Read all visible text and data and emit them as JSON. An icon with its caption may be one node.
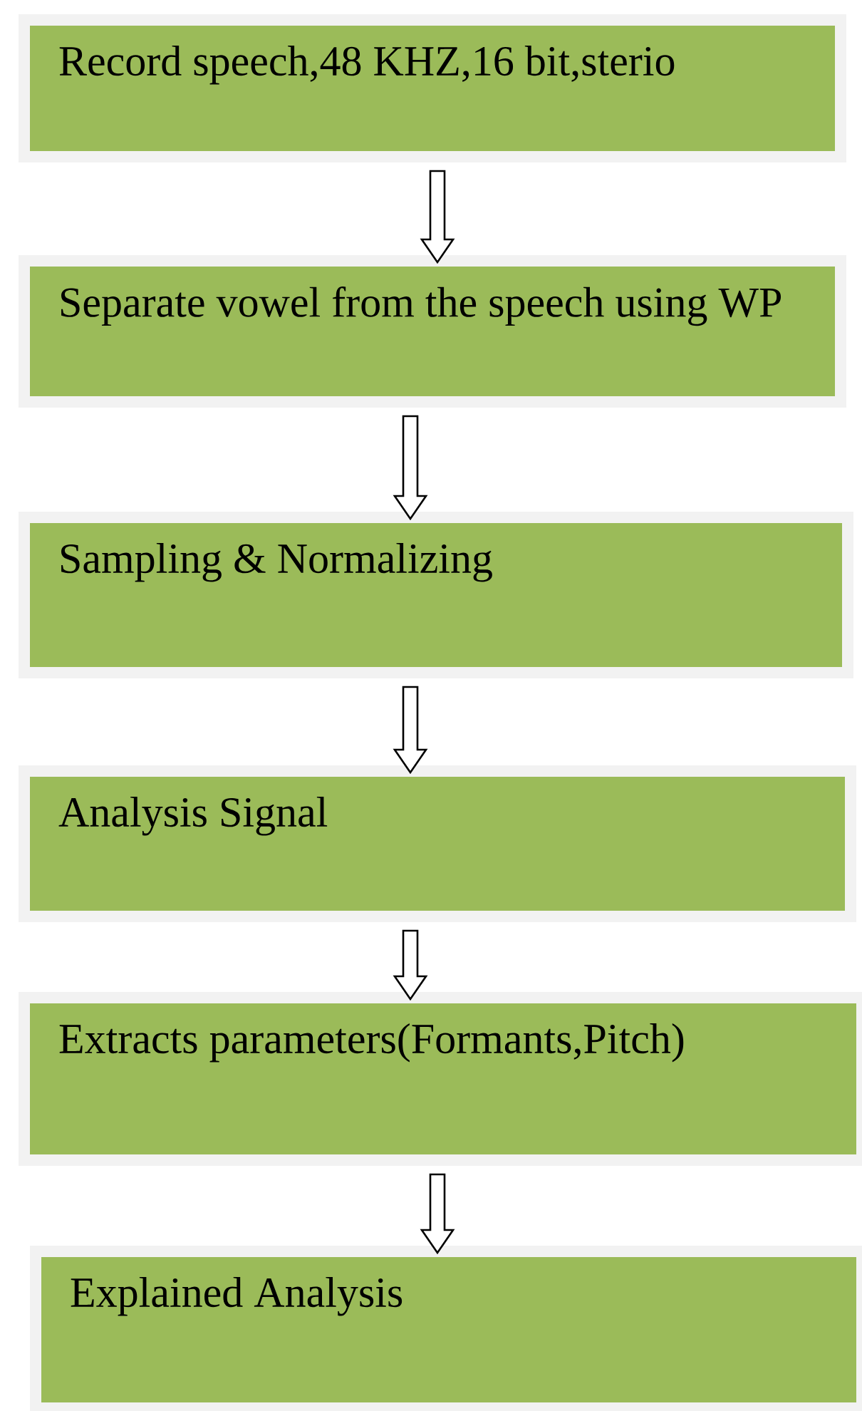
{
  "diagram": {
    "nodes": [
      {
        "text": [
          "Record speech,48 KHZ,16 bit,sterio"
        ]
      },
      {
        "text": [
          "Separate vowel from the speech using WP"
        ]
      },
      {
        "text": [
          "Sampling & Normalizing"
        ]
      },
      {
        "text": [
          "Analysis  Signal"
        ]
      },
      {
        "text": [
          "Extracts parameters(Formants,Pitch)"
        ]
      },
      {
        "text": [
          "Explained Analysis"
        ]
      }
    ],
    "edges": [
      {
        "from": 0,
        "to": 1,
        "arrow": "to"
      },
      {
        "from": 1,
        "to": 2,
        "arrow": "to"
      },
      {
        "from": 2,
        "to": 3,
        "arrow": "to"
      },
      {
        "from": 3,
        "to": 4,
        "arrow": "to"
      },
      {
        "from": 4,
        "to": 5,
        "arrow": "to"
      }
    ]
  }
}
